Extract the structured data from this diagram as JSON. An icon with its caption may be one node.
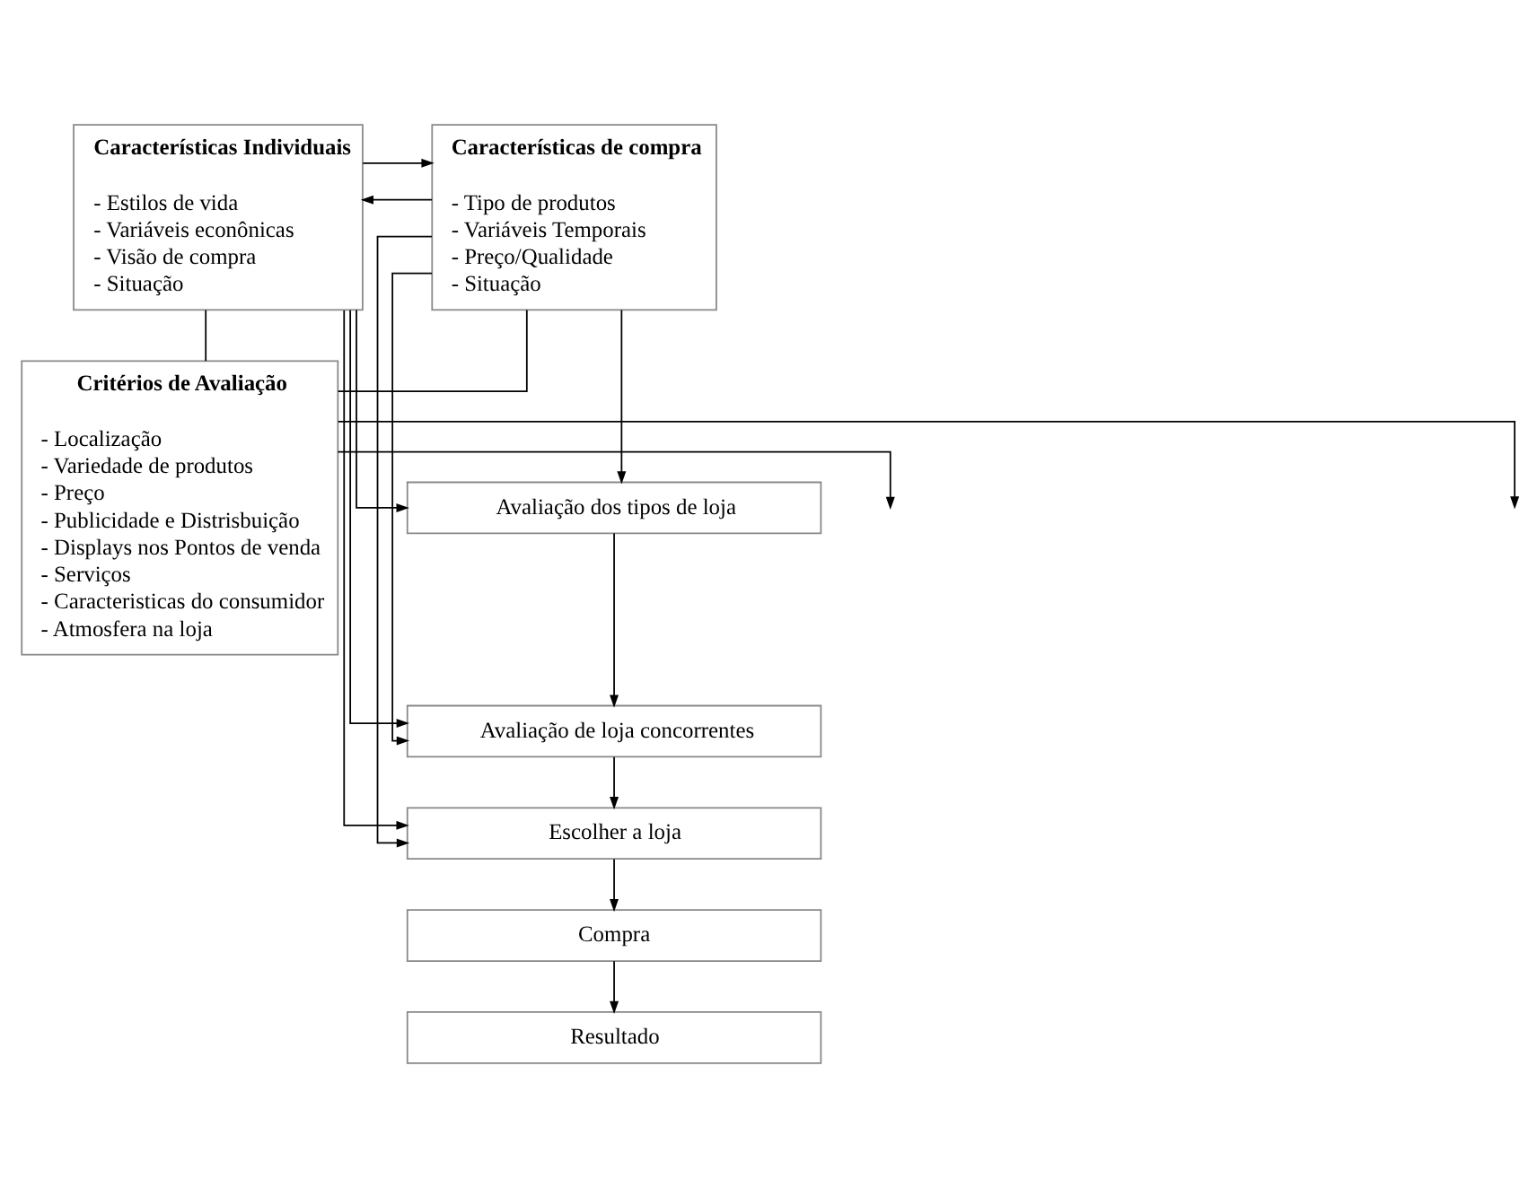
{
  "diagram": {
    "nodes": [
      {
        "text": [
          "Características Individuais",
          "- Estilos de vida",
          "- Variáveis econônicas",
          "- Visão de compra",
          "- Situação"
        ]
      },
      {
        "text": [
          "Características de compra",
          "- Tipo de produtos",
          "- Variáveis Temporais",
          "- Preço/Qualidade",
          "- Situação"
        ]
      },
      {
        "text": [
          "Critérios de Avaliação",
          "- Localização",
          "- Variedade de produtos",
          "- Preço",
          "- Publicidade e Distrisbuição",
          "- Displays nos Pontos de venda",
          "- Serviços",
          "- Caracteristicas do consumidor",
          "- Atmosfera na loja"
        ]
      },
      {
        "text": [
          "Avaliação dos tipos de loja"
        ]
      },
      {
        "text": [
          "Avaliação de loja concorrentes"
        ]
      },
      {
        "text": [
          "Escolher a loja"
        ]
      },
      {
        "text": [
          "Compra"
        ]
      },
      {
        "text": [
          "Resultado"
        ]
      }
    ],
    "edges": [
      {
        "from": 0,
        "to": 1,
        "arrow": "to"
      },
      {
        "from": 1,
        "to": 0,
        "arrow": "to"
      },
      {
        "from": 0,
        "to": 2,
        "arrow": "none"
      },
      {
        "from": 1,
        "to": 2,
        "arrow": "none"
      },
      {
        "from": 0,
        "to": 3,
        "arrow": "to"
      },
      {
        "from": 1,
        "to": 3,
        "arrow": "to"
      },
      {
        "from": 0,
        "to": 4,
        "arrow": "to"
      },
      {
        "from": 1,
        "to": 4,
        "arrow": "to"
      },
      {
        "from": 0,
        "to": 5,
        "arrow": "to"
      },
      {
        "from": 1,
        "to": 5,
        "arrow": "to"
      },
      {
        "from": 2,
        "to": null,
        "arrow": "to"
      },
      {
        "from": 2,
        "to": null,
        "arrow": "to"
      },
      {
        "from": 3,
        "to": 4,
        "arrow": "to"
      },
      {
        "from": 4,
        "to": 5,
        "arrow": "to"
      },
      {
        "from": 5,
        "to": 6,
        "arrow": "to"
      },
      {
        "from": 6,
        "to": 7,
        "arrow": "to"
      }
    ]
  }
}
